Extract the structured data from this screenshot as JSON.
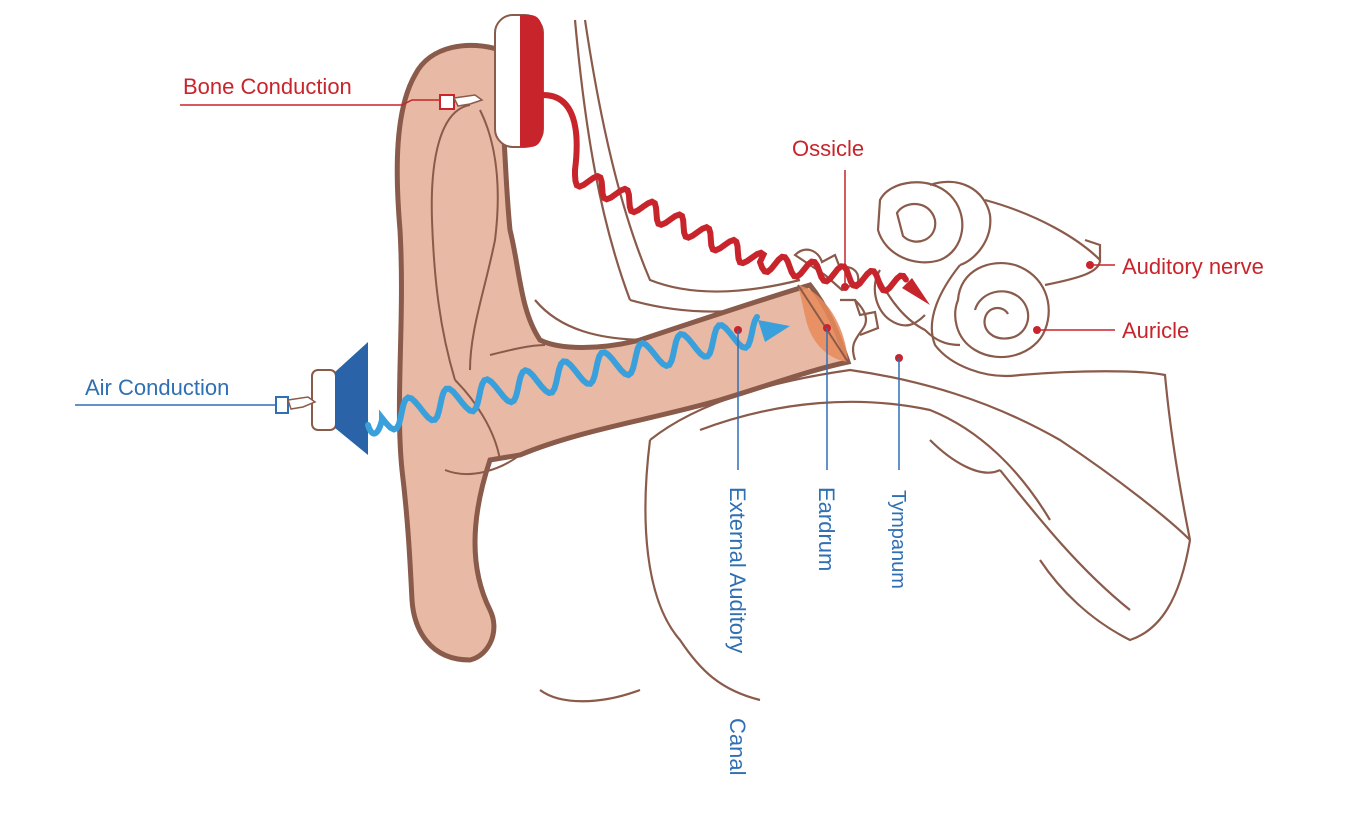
{
  "labels": {
    "bone_conduction": "Bone Conduction",
    "air_conduction": "Air Conduction",
    "ossicle": "Ossicle",
    "auditory_nerve": "Auditory nerve",
    "auricle": "Auricle",
    "external_auditory_canal_1": "External Auditory",
    "external_auditory_canal_2": "Canal",
    "eardrum": "Eardrum",
    "tympanum": "Tympanum"
  },
  "colors": {
    "bone_path": "#c8242b",
    "air_path": "#3aa0dc",
    "outline": "#8a5a4a",
    "skin": "#e8b9a4",
    "speaker": "#2b63a8"
  }
}
